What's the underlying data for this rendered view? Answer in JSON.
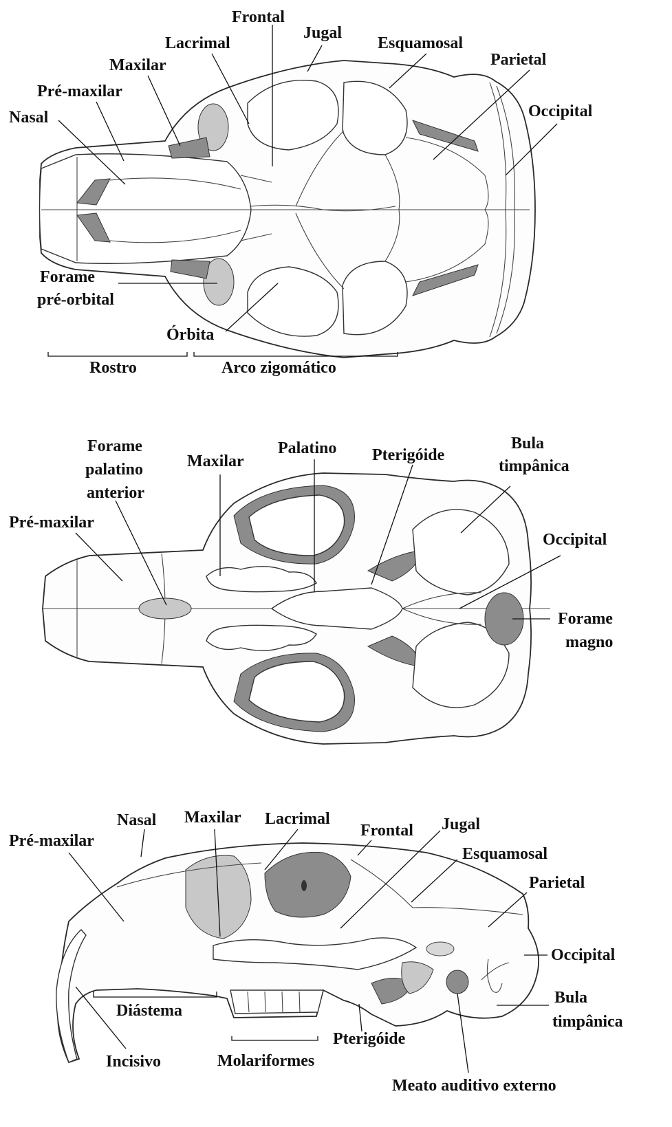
{
  "dorsal": {
    "labels": {
      "frontal": "Frontal",
      "jugal": "Jugal",
      "lacrimal": "Lacrimal",
      "esquamosal": "Esquamosal",
      "maxilar": "Maxilar",
      "parietal": "Parietal",
      "pre_maxilar": "Pré-maxilar",
      "occipital": "Occipital",
      "nasal": "Nasal",
      "forame_line1": "Forame",
      "forame_line2": "pré-orbital",
      "orbita": "Órbita",
      "rostro": "Rostro",
      "arco": "Arco zigomático"
    }
  },
  "ventral": {
    "labels": {
      "forame_pal_1": "Forame",
      "forame_pal_2": "palatino",
      "forame_pal_3": "anterior",
      "maxilar": "Maxilar",
      "palatino": "Palatino",
      "pterigoide": "Pterigóide",
      "bula_1": "Bula",
      "bula_2": "timpânica",
      "pre_maxilar": "Pré-maxilar",
      "occipital": "Occipital",
      "forame_magno_1": "Forame",
      "forame_magno_2": "magno"
    }
  },
  "lateral": {
    "labels": {
      "nasal": "Nasal",
      "maxilar": "Maxilar",
      "lacrimal": "Lacrimal",
      "jugal": "Jugal",
      "pre_maxilar": "Pré-maxilar",
      "frontal": "Frontal",
      "esquamosal": "Esquamosal",
      "parietal": "Parietal",
      "occipital": "Occipital",
      "bula_1": "Bula",
      "bula_2": "timpânica",
      "diastema": "Diástema",
      "pterigoide": "Pterigóide",
      "incisivo": "Incisivo",
      "molariformes": "Molariformes",
      "meato": "Meato auditivo externo"
    }
  }
}
